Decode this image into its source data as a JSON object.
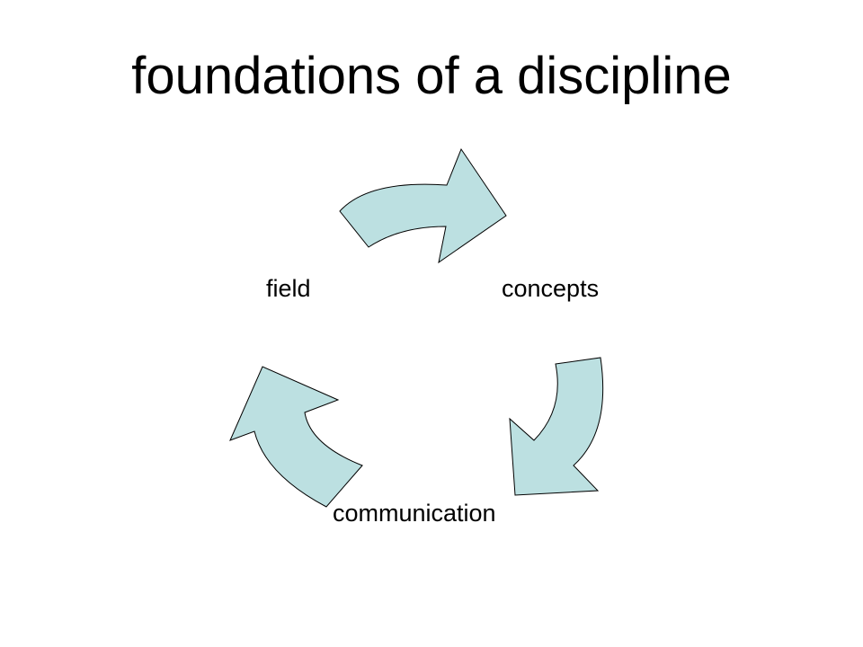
{
  "slide": {
    "title": "foundations of a discipline"
  },
  "diagram": {
    "type": "cycle",
    "nodes": [
      {
        "label": "concepts"
      },
      {
        "label": "communication"
      },
      {
        "label": "field"
      }
    ],
    "arrow_fill": "#bce0e1",
    "arrow_stroke": "#000000"
  }
}
